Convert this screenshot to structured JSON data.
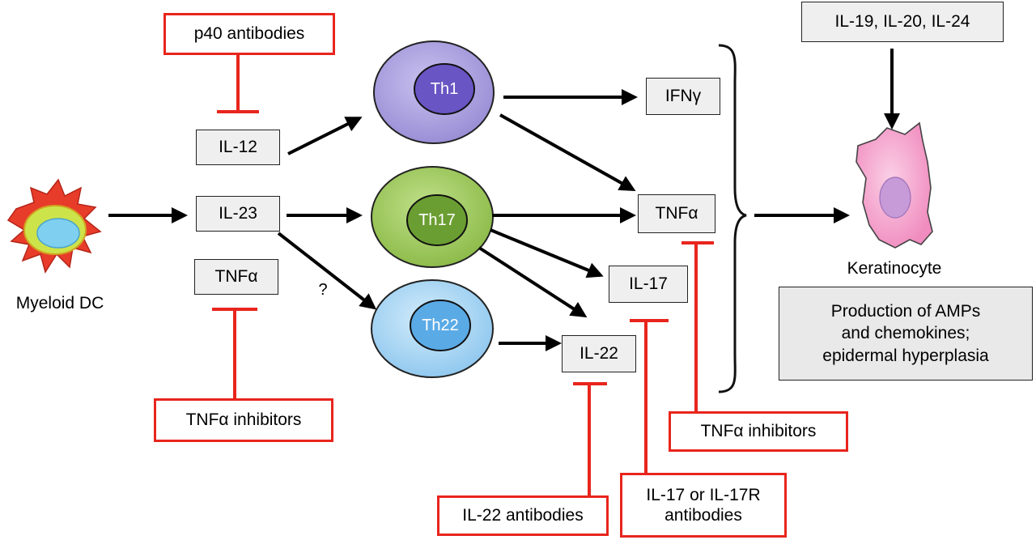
{
  "dc_label": "Myeloid DC",
  "cytokines_left": {
    "il12": "IL-12",
    "il23": "IL-23",
    "tnfa": "TNFα"
  },
  "t_cells": {
    "th1": "Th1",
    "th17": "Th17",
    "th22": "Th22"
  },
  "question_mark": "?",
  "effector_cytokines": {
    "ifng": "IFNγ",
    "tnfa": "TNFα",
    "il17": "IL-17",
    "il22": "IL-22"
  },
  "inhibitors": {
    "p40": "p40 antibodies",
    "tnfa_left": "TNFα inhibitors",
    "tnfa_right": "TNFα inhibitors",
    "il22": "IL-22 antibodies",
    "il17_line1": "IL-17 or IL-17R",
    "il17_line2": "antibodies"
  },
  "top_right_cytokines": "IL-19, IL-20, IL-24",
  "keratinocyte_label": "Keratinocyte",
  "outcome_lines": [
    "Production of AMPs",
    "and chemokines;",
    "epidermal hyperplasia"
  ],
  "colors": {
    "inhibitor_red": "#e8251d",
    "th1_outer": "#a99fdc",
    "th1_inner": "#6a55c4",
    "th17_outer": "#9cc65a",
    "th17_inner": "#6b9e32",
    "th22_outer": "#a9d6f4",
    "th22_inner": "#5aaae6",
    "keratinocyte": "#f49ac5",
    "keratinocyte_nucleus": "#c79ad8",
    "dc_body": "#e83c2a",
    "dc_inner": "#cde34a",
    "dc_nucleus": "#7fd0f0"
  },
  "icons": {
    "dc": "dendritic-cell-icon",
    "keratinocyte": "keratinocyte-cell-icon"
  }
}
